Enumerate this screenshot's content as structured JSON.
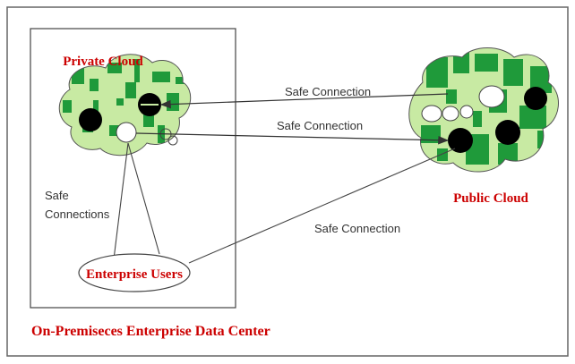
{
  "colors": {
    "label_red": "#cc0000",
    "cloud_green": "#1f9a3a",
    "cloud_light_green": "#c8eaa3",
    "line": "#444444"
  },
  "diagram": {
    "private_cloud": {
      "label": "Private Cloud"
    },
    "public_cloud": {
      "label": "Public Cloud"
    },
    "enterprise_users": {
      "label": "Enterprise Users"
    },
    "data_center": {
      "label": "On-Premiseces Enterprise Data Center"
    },
    "connections": {
      "public_to_private": "Safe Connection",
      "private_to_public": "Safe Connection",
      "users_to_public": "Safe Connection",
      "users_to_private_line1": "Safe",
      "users_to_private_line2": "Connections"
    }
  }
}
